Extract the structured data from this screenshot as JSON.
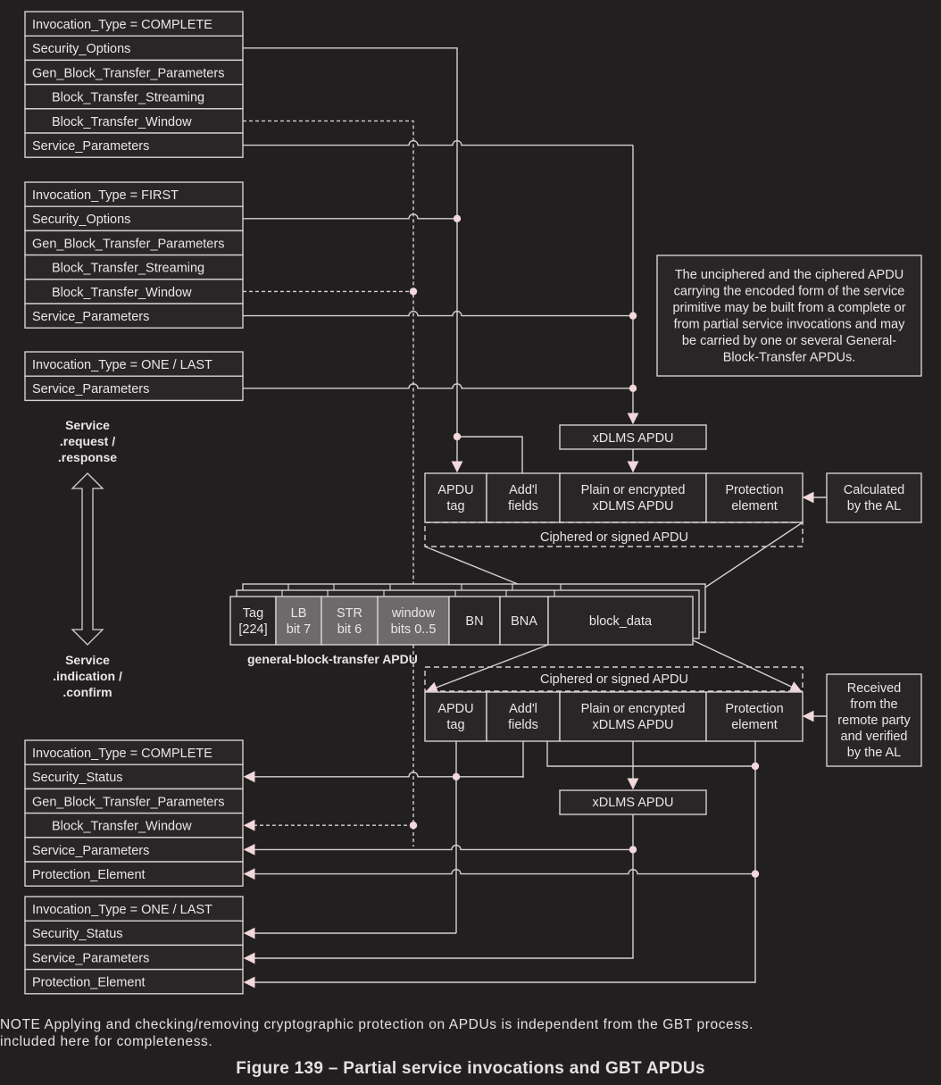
{
  "figure": {
    "caption": "Figure 139 – Partial service invocations and GBT APDUs",
    "note_line1": "NOTE Applying and checking/removing cryptographic protection on APDUs is independent from the GBT process.",
    "note_line2": "included here for completeness."
  },
  "colors": {
    "background": "#221f20",
    "line": "#d6d0d0",
    "box_fill": "#2a2627",
    "shaded_fill": "#6e6a6b",
    "arrow_fill": "#f2d8dc",
    "text": "#ebe6e6"
  },
  "sender_blocks": [
    {
      "id": "complete",
      "rows": [
        "Invocation_Type = COMPLETE",
        "Security_Options",
        "Gen_Block_Transfer_Parameters",
        "Block_Transfer_Streaming",
        "Block_Transfer_Window",
        "Service_Parameters"
      ],
      "indented": [
        3,
        4
      ]
    },
    {
      "id": "first",
      "rows": [
        "Invocation_Type = FIRST",
        "Security_Options",
        "Gen_Block_Transfer_Parameters",
        "Block_Transfer_Streaming",
        "Block_Transfer_Window",
        "Service_Parameters"
      ],
      "indented": [
        3,
        4
      ]
    },
    {
      "id": "one-last",
      "rows": [
        "Invocation_Type = ONE / LAST",
        "Service_Parameters"
      ],
      "indented": []
    }
  ],
  "receiver_blocks": [
    {
      "id": "complete",
      "rows": [
        "Invocation_Type = COMPLETE",
        "Security_Status",
        "Gen_Block_Transfer_Parameters",
        "Block_Transfer_Window",
        "Service_Parameters",
        "Protection_Element"
      ],
      "indented": [
        3
      ]
    },
    {
      "id": "one-last",
      "rows": [
        "Invocation_Type = ONE / LAST",
        "Security_Status",
        "Service_Parameters",
        "Protection_Element"
      ],
      "indented": []
    }
  ],
  "service_labels": {
    "top": [
      "Service",
      ".request /",
      ".response"
    ],
    "bottom": [
      "Service",
      ".indication /",
      ".confirm"
    ]
  },
  "info_box": {
    "lines": [
      "The unciphered and the ciphered APDU",
      "carrying the encoded form of the service",
      "primitive may be built from a complete or",
      "from partial service invocations and may",
      "be carried by one or several General-",
      "Block-Transfer APDUs."
    ]
  },
  "top_xdlms": {
    "label": "xDLMS APDU"
  },
  "bottom_xdlms": {
    "label": "xDLMS APDU"
  },
  "ciphered_apdu": {
    "group_label": "Ciphered or signed APDU",
    "fields": [
      {
        "lines": [
          "APDU",
          "tag"
        ]
      },
      {
        "lines": [
          "Add'l",
          "fields"
        ]
      },
      {
        "lines": [
          "Plain or encrypted",
          "xDLMS APDU"
        ]
      },
      {
        "lines": [
          "Protection",
          "element"
        ]
      }
    ]
  },
  "calc_box": {
    "lines": [
      "Calculated",
      "by the AL"
    ]
  },
  "received_box": {
    "lines": [
      "Received",
      "from the",
      "remote party",
      "and verified",
      "by the AL"
    ]
  },
  "gbt_apdu": {
    "label": "general-block-transfer APDU",
    "fields": [
      {
        "lines": [
          "Tag",
          "[224]"
        ],
        "shaded": false
      },
      {
        "lines": [
          "LB",
          "bit 7"
        ],
        "shaded": true
      },
      {
        "lines": [
          "STR",
          "bit 6"
        ],
        "shaded": true
      },
      {
        "lines": [
          "window",
          "bits 0..5"
        ],
        "shaded": true
      },
      {
        "lines": [
          "BN"
        ],
        "shaded": false
      },
      {
        "lines": [
          "BNA"
        ],
        "shaded": false
      },
      {
        "lines": [
          "block_data"
        ],
        "shaded": false
      }
    ]
  }
}
